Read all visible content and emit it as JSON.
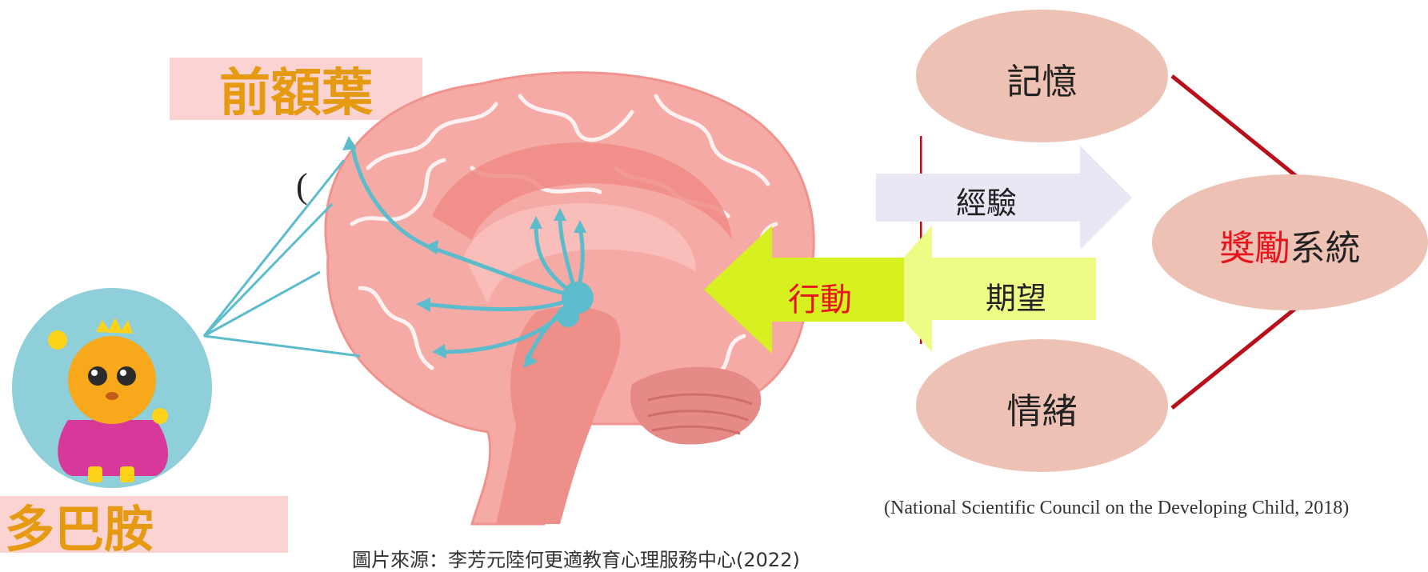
{
  "labels": {
    "prefrontal": "前額葉",
    "dopamine": "多巴胺",
    "paren": "(",
    "action": "行動",
    "experience": "經驗",
    "expectation": "期望"
  },
  "nodes": {
    "memory": "記憶",
    "reward_red": "獎勵",
    "reward_black": "系統",
    "emotion": "情緒"
  },
  "citation": "(National Scientific Council on the Developing Child, 2018)",
  "source_note": "圖片來源：李芳元陸何更適教育心理服務中心(2022)",
  "colors": {
    "label_bg": "#fbd3d3",
    "label_text": "#e69a12",
    "oval_fill": "#eec1b5",
    "connector": "#b90f1a",
    "experience_arrow": "#e8e7f3",
    "expectation_arrow": "#eefc86",
    "action_arrow": "#d7f01f",
    "highlight_red": "#e8141c",
    "brain_pink": "#f4a7a3",
    "dopamine_circle": "#8ecfd9",
    "pathway": "#5cbccb"
  }
}
